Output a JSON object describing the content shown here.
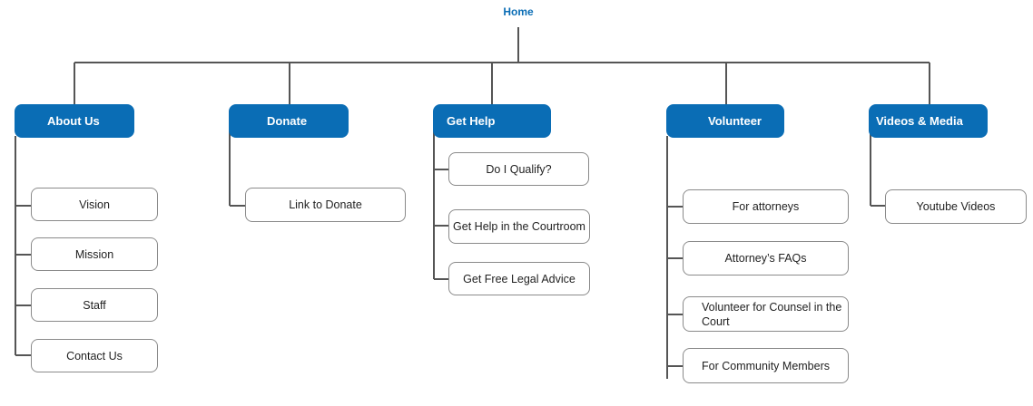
{
  "home": {
    "label": "Home"
  },
  "sections": {
    "about": {
      "label": "About Us",
      "pages": [
        "Vision",
        "Mission",
        "Staff",
        "Contact Us"
      ]
    },
    "donate": {
      "label": "Donate",
      "pages": [
        "Link to Donate"
      ]
    },
    "get_help": {
      "label": "Get Help",
      "pages": [
        "Do I Qualify?",
        "Get Help in the Courtroom",
        "Get Free Legal Advice"
      ]
    },
    "volunteer": {
      "label": "Volunteer",
      "pages": [
        "For attorneys",
        "Attorney’s FAQs",
        "Volunteer for Counsel in the Court",
        "For Community Members"
      ]
    },
    "videos": {
      "label": "Videos & Media",
      "pages": [
        "Youtube Videos"
      ]
    }
  },
  "colors": {
    "accent": "#0a6db5",
    "line": "#555555",
    "border": "#8a8a8a"
  }
}
